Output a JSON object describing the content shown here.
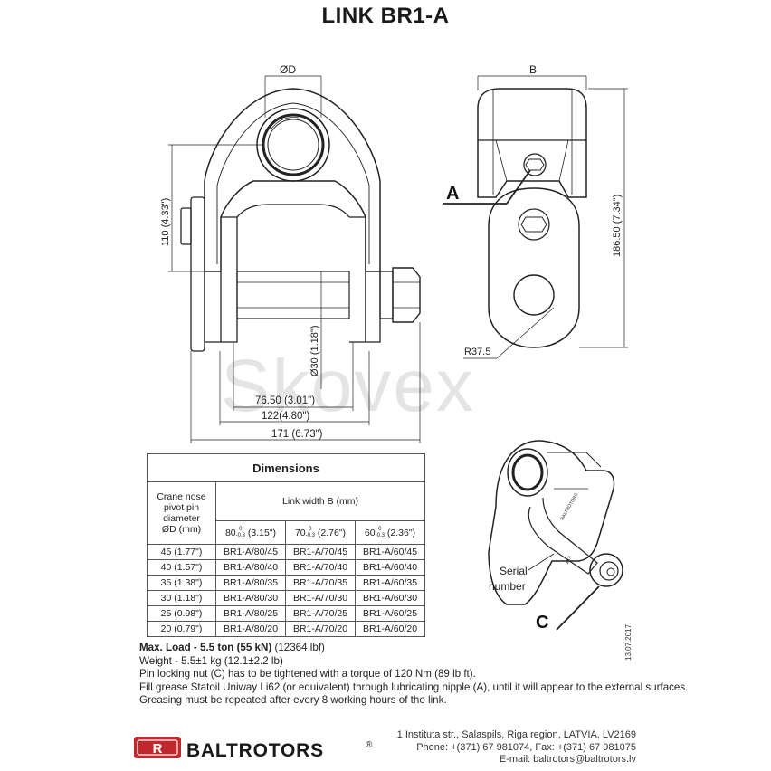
{
  "title": "LINK BR1-A",
  "watermark": "Skovex",
  "dimension_labels": {
    "diameter_d": "ØD",
    "width_b": "B",
    "height_110": "110 (4.33\")",
    "height_186": "186.50 (7.34\")",
    "pin_diameter": "Ø30 (1.18\")",
    "inner_width": "76.50 (3.01\")",
    "middle_width": "122(4.80\")",
    "overall_width": "171 (6.73\")",
    "radius": "R37.5"
  },
  "callouts": {
    "a": "A",
    "c": "C",
    "serial": [
      "Serial",
      "number"
    ]
  },
  "table": {
    "title": "Dimensions",
    "row_header": [
      "Crane nose",
      "pivot pin",
      "diameter",
      "ØD (mm)"
    ],
    "column_group": "Link width B (mm)",
    "columns": [
      {
        "main": "80",
        "sup": "0",
        "sub": "-0.3",
        "inch": "(3.15\")"
      },
      {
        "main": "70",
        "sup": "0",
        "sub": "-0.3",
        "inch": "(2.76\")"
      },
      {
        "main": "60",
        "sup": "0",
        "sub": "-0.3",
        "inch": "(2.36\")"
      }
    ],
    "rows": [
      {
        "d": "45 (1.77\")",
        "cells": [
          "BR1-A/80/45",
          "BR1-A/70/45",
          "BR1-A/60/45"
        ]
      },
      {
        "d": "40 (1.57\")",
        "cells": [
          "BR1-A/80/40",
          "BR1-A/70/40",
          "BR1-A/60/40"
        ]
      },
      {
        "d": "35 (1.38\")",
        "cells": [
          "BR1-A/80/35",
          "BR1-A/70/35",
          "BR1-A/60/35"
        ]
      },
      {
        "d": "30 (1.18\")",
        "cells": [
          "BR1-A/80/30",
          "BR1-A/70/30",
          "BR1-A/60/30"
        ]
      },
      {
        "d": "25 (0.98\")",
        "cells": [
          "BR1-A/80/25",
          "BR1-A/70/25",
          "BR1-A/60/25"
        ]
      },
      {
        "d": "20 (0.79\")",
        "cells": [
          "BR1-A/80/20",
          "BR1-A/70/20",
          "BR1-A/60/20"
        ]
      }
    ]
  },
  "notes": {
    "load_bold": "Max. Load - 5.5 ton (55 kN)",
    "load_rest": " (12364 lbf)",
    "weight": "Weight - 5.5±1 kg (12.1±2.2 lb)",
    "torque": "Pin locking nut (C) has to be tightened with a torque of 120 Nm (89 lb ft).",
    "grease": "Fill grease Statoil Uniway Li62 (or equivalent) through lubricating nipple (A), until it will appear to the external surfaces.",
    "repeat": "Greasing must be repeated after every 8 working hours of the link."
  },
  "date": "13.07.2017",
  "company": {
    "logo_text": "BALTROTORS",
    "reg": "®",
    "address": "1 Instituta str., Salaspils, Riga region, LATVIA, LV2169",
    "phone": "Phone: +(371) 67 981074, Fax: +(371) 67 981075",
    "email": "E-mail: baltrotors@baltrotors.lv"
  },
  "colors": {
    "brand_red": "#c0282d",
    "line": "#222222"
  }
}
